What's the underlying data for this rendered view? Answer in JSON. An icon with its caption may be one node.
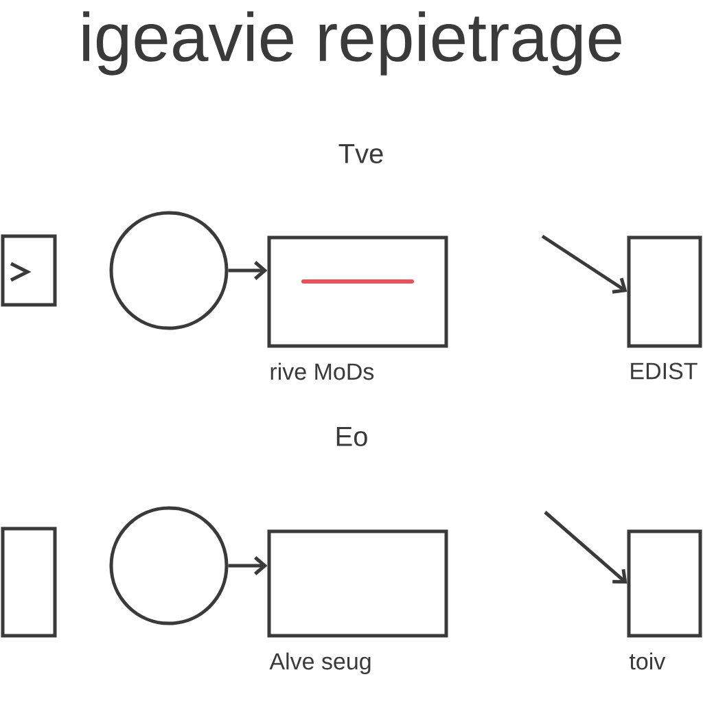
{
  "diagram": {
    "title": "igeavie repietrage",
    "nodes": [
      {
        "text": [],
        "shape": "box"
      },
      {
        "text": [],
        "shape": "circle"
      },
      {
        "text": [],
        "shape": "box",
        "beside": [
          "rive MoDs"
        ]
      },
      {
        "text": [],
        "shape": "box",
        "beside": [
          "EDIST"
        ]
      },
      {
        "text": [],
        "shape": "box"
      },
      {
        "text": [],
        "shape": "circle"
      },
      {
        "text": [],
        "shape": "box",
        "beside": [
          "Alve seug"
        ]
      },
      {
        "text": [],
        "shape": "box",
        "beside": [
          "toiv"
        ]
      }
    ],
    "edges": [
      {
        "from": 1,
        "to": 2,
        "arrow": "to"
      },
      {
        "from": null,
        "to": 3,
        "arrow": "to"
      },
      {
        "from": 5,
        "to": 6,
        "arrow": "to"
      },
      {
        "from": null,
        "to": 7,
        "arrow": "to"
      }
    ],
    "labels": [
      "Tve",
      "Eo"
    ]
  }
}
